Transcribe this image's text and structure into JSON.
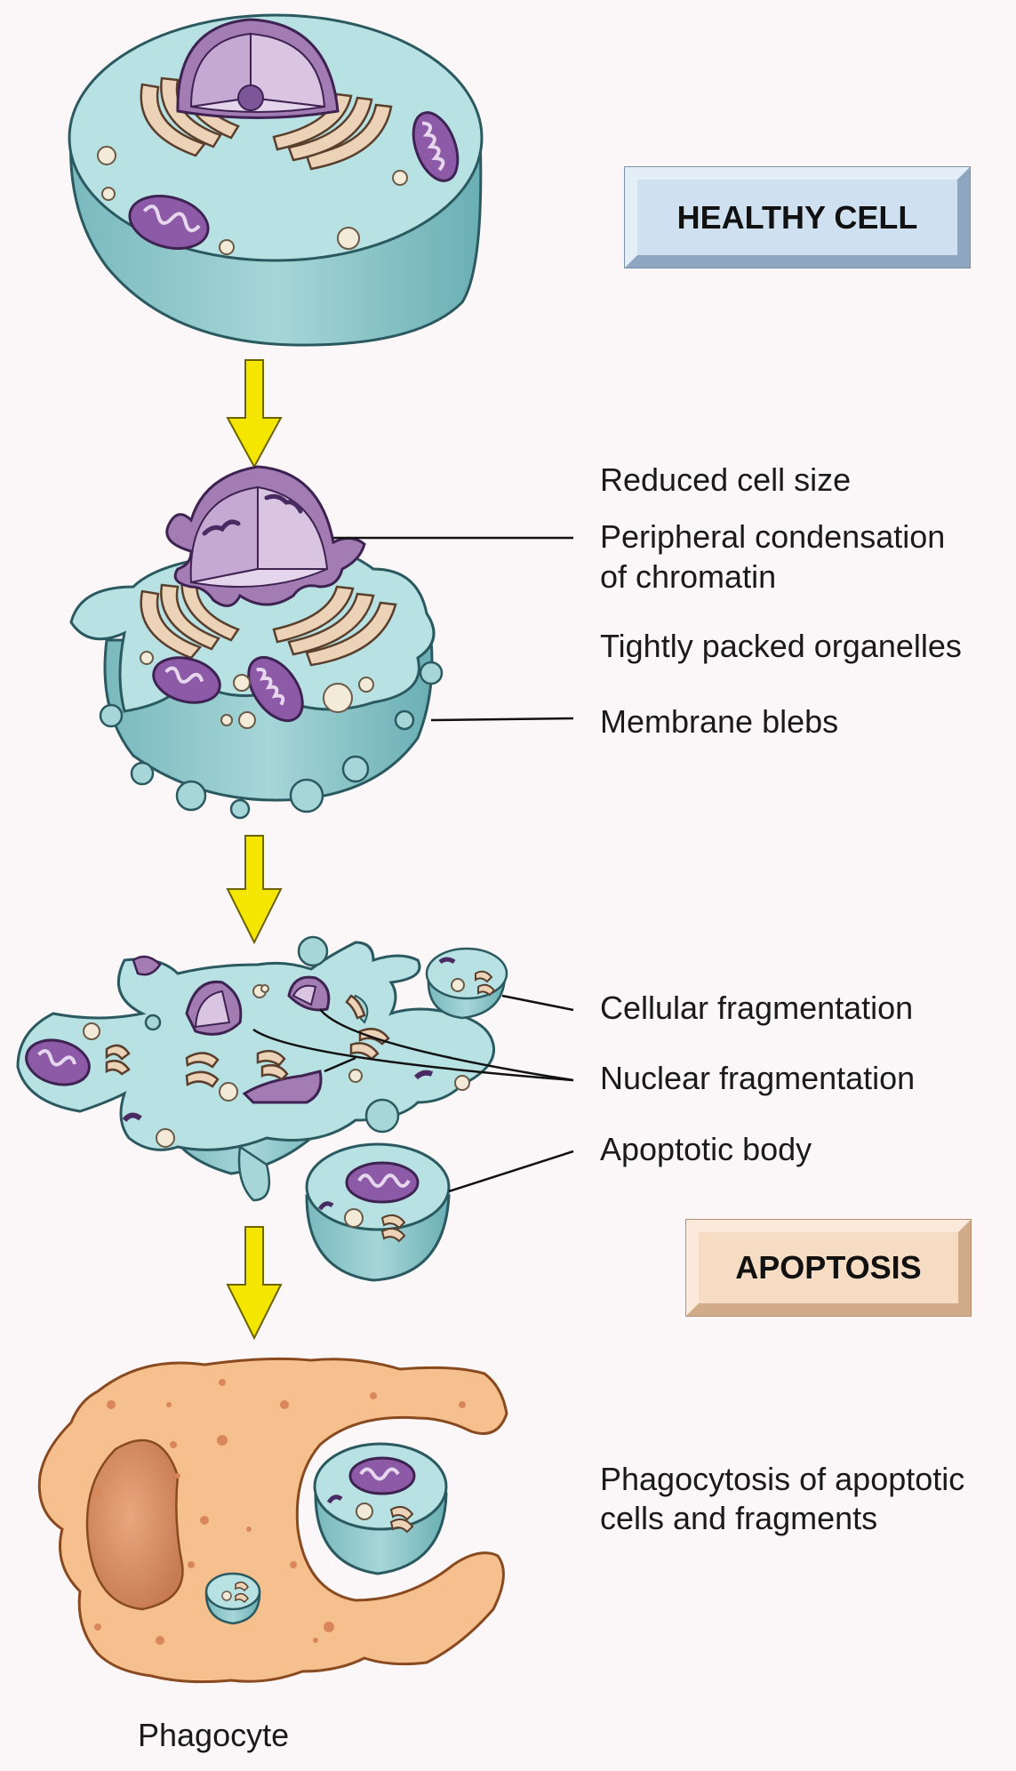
{
  "badges": {
    "healthy": "HEALTHY CELL",
    "apoptosis": "APOPTOSIS"
  },
  "labels": {
    "reduced_size": "Reduced cell size",
    "peripheral_1": "Peripheral condensation",
    "peripheral_2": "of chromatin",
    "tightly_packed": "Tightly packed organelles",
    "blebs": "Membrane blebs",
    "cell_frag": "Cellular fragmentation",
    "nuclear_frag": "Nuclear fragmentation",
    "apoptotic_body": "Apoptotic body",
    "phago_1": "Phagocytosis of apoptotic",
    "phago_2": "cells and fragments",
    "phagocyte": "Phagocyte"
  },
  "colors": {
    "cell_fill": "#b7e0e2",
    "cell_side": "#8fc7cb",
    "nucleus": "#a882b8",
    "mitochondria": "#8c5aa6",
    "golgi": "#ecd3b8",
    "arrow": "#f5e600",
    "phagocyte": "#f6c08e"
  }
}
